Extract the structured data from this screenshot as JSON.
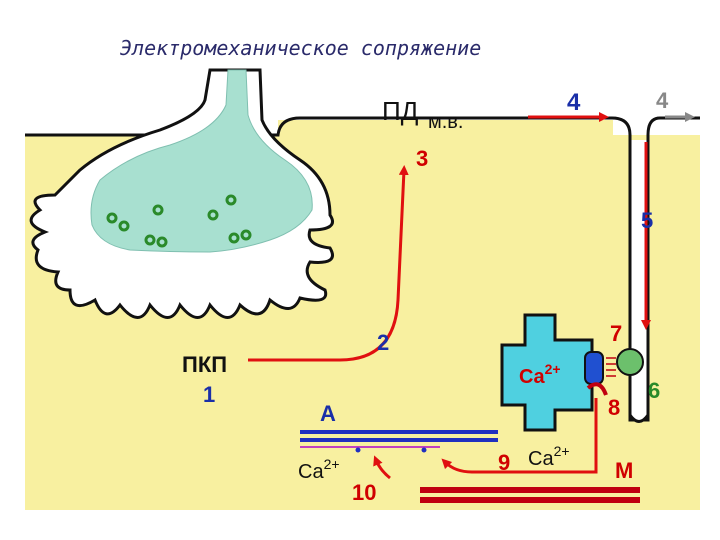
{
  "title": "Электромеханическое сопряжение",
  "labels": {
    "pd": "ПД",
    "mv": "м.в.",
    "pkp": "ПКП",
    "n1": "1",
    "n2": "2",
    "n3": "3",
    "n4a": "4",
    "n4b": "4",
    "n5": "5",
    "n6": "6",
    "n7": "7",
    "n8": "8",
    "n9": "9",
    "n10": "10",
    "a": "А",
    "m": "М",
    "ca1": "Ca",
    "ca1_sup": "2+",
    "ca2": "Ca",
    "ca2_sup": "2+",
    "ca3": "Ca",
    "ca3_sup": "2+"
  },
  "colors": {
    "background": "#f8f0a0",
    "terminal": "#a8e0d0",
    "cistern": "#4fd0e0",
    "arrow_red": "#e01010",
    "arrow_gray": "#888888",
    "actin": "#2030c0",
    "myosin": "#c00010",
    "troponin": "#40b040",
    "channel": "#2050d0"
  }
}
